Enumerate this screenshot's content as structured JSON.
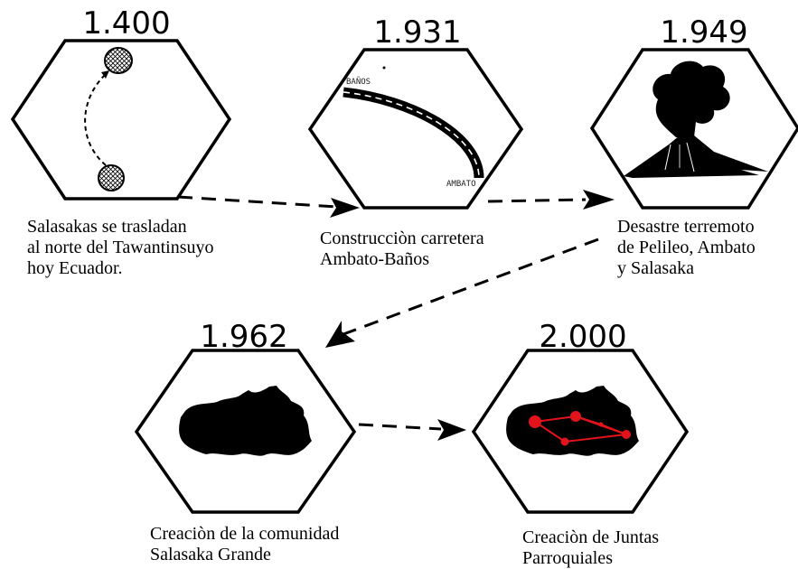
{
  "milestones": [
    {
      "year": "1.400",
      "caption": [
        "Salasakas se trasladan",
        "al norte del Tawantinsuyo",
        "hoy Ecuador."
      ]
    },
    {
      "year": "1.931",
      "caption": [
        "Construcciòn carretera",
        "Ambato-Baños"
      ],
      "labels": {
        "start": "BAÑOS",
        "end": "AMBATO"
      }
    },
    {
      "year": "1.949",
      "caption": [
        "Desastre terremoto",
        "de Pelileo, Ambato",
        "y Salasaka"
      ]
    },
    {
      "year": "1.962",
      "caption": [
        "Creaciòn de la comunidad",
        "Salasaka Grande"
      ]
    },
    {
      "year": "2.000",
      "caption": [
        "Creaciòn de Juntas",
        "Parroquiales"
      ]
    }
  ],
  "colors": {
    "network": "#e3131b",
    "fill": "#000000"
  }
}
